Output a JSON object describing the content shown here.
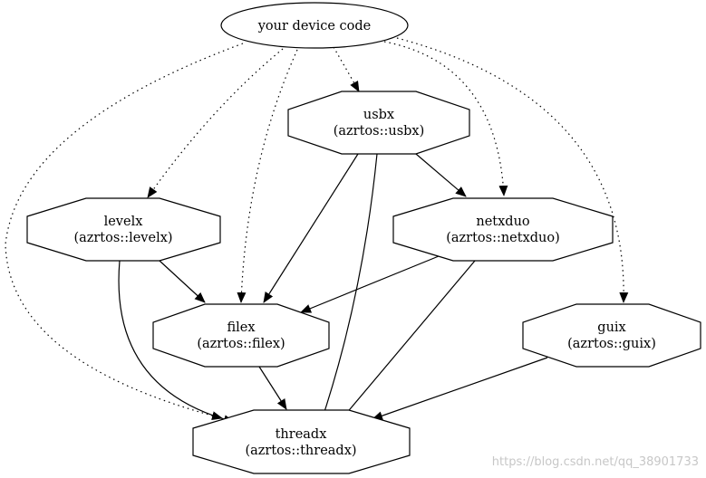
{
  "nodes": {
    "device": {
      "label": "your device code"
    },
    "usbx": {
      "name": "usbx",
      "target": "(azrtos::usbx)"
    },
    "levelx": {
      "name": "levelx",
      "target": "(azrtos::levelx)"
    },
    "netxduo": {
      "name": "netxduo",
      "target": "(azrtos::netxduo)"
    },
    "filex": {
      "name": "filex",
      "target": "(azrtos::filex)"
    },
    "guix": {
      "name": "guix",
      "target": "(azrtos::guix)"
    },
    "threadx": {
      "name": "threadx",
      "target": "(azrtos::threadx)"
    }
  },
  "edges": [
    {
      "from": "your device code",
      "to": "usbx",
      "style": "dotted"
    },
    {
      "from": "your device code",
      "to": "levelx",
      "style": "dotted"
    },
    {
      "from": "your device code",
      "to": "filex",
      "style": "dotted"
    },
    {
      "from": "your device code",
      "to": "netxduo",
      "style": "dotted"
    },
    {
      "from": "your device code",
      "to": "guix",
      "style": "dotted"
    },
    {
      "from": "your device code",
      "to": "threadx",
      "style": "dotted"
    },
    {
      "from": "usbx",
      "to": "filex",
      "style": "solid"
    },
    {
      "from": "usbx",
      "to": "netxduo",
      "style": "solid"
    },
    {
      "from": "usbx",
      "to": "threadx",
      "style": "solid"
    },
    {
      "from": "levelx",
      "to": "filex",
      "style": "solid"
    },
    {
      "from": "levelx",
      "to": "threadx",
      "style": "solid"
    },
    {
      "from": "netxduo",
      "to": "filex",
      "style": "solid"
    },
    {
      "from": "netxduo",
      "to": "threadx",
      "style": "solid"
    },
    {
      "from": "filex",
      "to": "threadx",
      "style": "solid"
    },
    {
      "from": "guix",
      "to": "threadx",
      "style": "solid"
    }
  ],
  "watermark": "https://blog.csdn.net/qq_38901733",
  "colors": {
    "stroke": "#000000",
    "background": "#ffffff",
    "watermark": "#c7c7c7"
  }
}
